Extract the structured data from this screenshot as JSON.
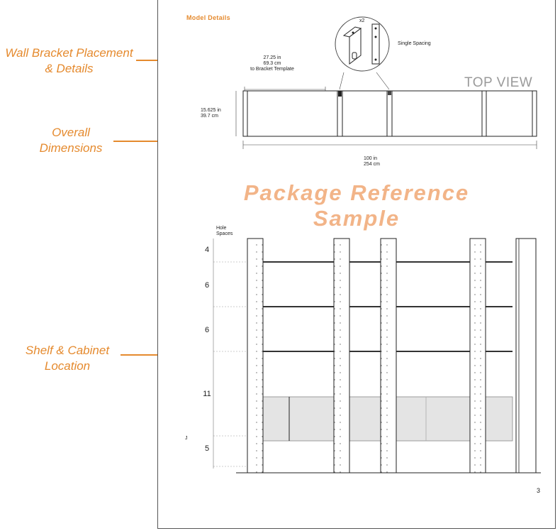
{
  "callouts": {
    "wall_bracket": "Wall Bracket Placement & Details",
    "overall_dimensions": "Overall Dimensions",
    "shelf_cabinet": "Shelf & Cabinet Location"
  },
  "header": {
    "model_details": "Model Details"
  },
  "bracket": {
    "quantity": "x2",
    "spacing_label": "Single Spacing"
  },
  "top_view": {
    "label": "TOP VIEW",
    "bracket_in": "27.25 in",
    "bracket_cm": "69.3 cm",
    "bracket_note": "to Bracket Template",
    "depth_in": "15.625 in",
    "depth_cm": "39.7 cm",
    "width_in": "100 in",
    "width_cm": "254 cm"
  },
  "watermark": {
    "line1": "Package Reference",
    "line2": "Sample"
  },
  "front_view": {
    "hole_spaces_title": "Hole Spaces",
    "hole_spaces": [
      "4",
      "6",
      "6",
      "11",
      "5"
    ],
    "side_mark": "J"
  },
  "page_number": "3",
  "colors": {
    "accent": "#e58a2e",
    "watermark": "#f2b488",
    "cabinet": "#e4e4e4"
  }
}
